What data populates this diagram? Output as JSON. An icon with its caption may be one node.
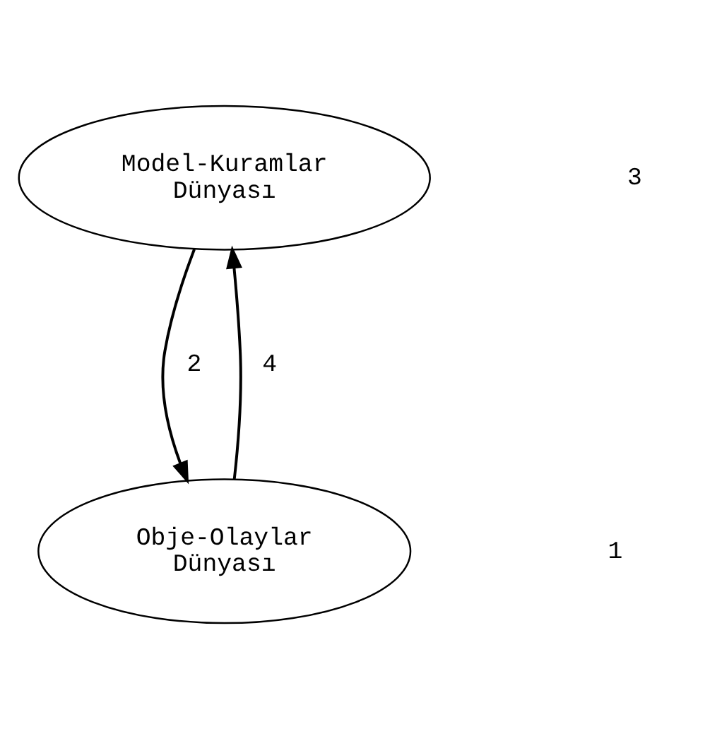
{
  "diagram": {
    "nodes": [
      {
        "text": [
          "Model-Kuramlar Dünyası"
        ]
      },
      {
        "text": [
          "Obje-Olaylar Dünyası"
        ]
      }
    ],
    "edges": [
      {
        "from": 0,
        "to": 1,
        "arrow": "to",
        "label": "2"
      },
      {
        "from": 1,
        "to": 0,
        "arrow": "to",
        "label": "4"
      }
    ],
    "labels": [
      "3",
      "1"
    ]
  }
}
